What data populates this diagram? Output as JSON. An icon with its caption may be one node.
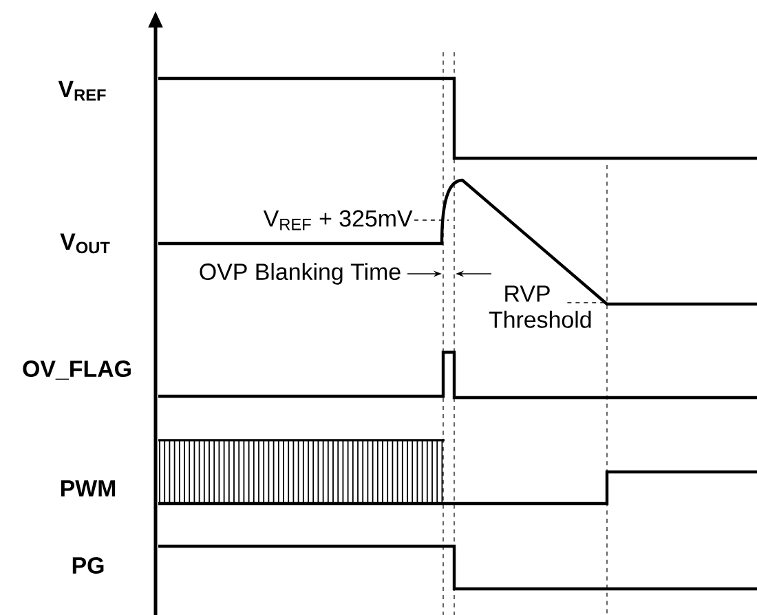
{
  "diagram": {
    "nodes": [
      {
        "text": [
          "V$_{REF}$ + 325mV"
        ]
      },
      {
        "text": [
          "RVP Threshold"
        ]
      }
    ],
    "edges": [
      {
        "from": 0,
        "to": null,
        "arrow": "none",
        "style": "dashed"
      },
      {
        "from": 1,
        "to": null,
        "arrow": "none",
        "style": "dashed"
      }
    ],
    "labels": [
      "V$_{REF}$",
      "V$_{OUT}$",
      "OVP Blanking Time",
      "OV_FLAG",
      "PWM",
      "PG"
    ]
  }
}
